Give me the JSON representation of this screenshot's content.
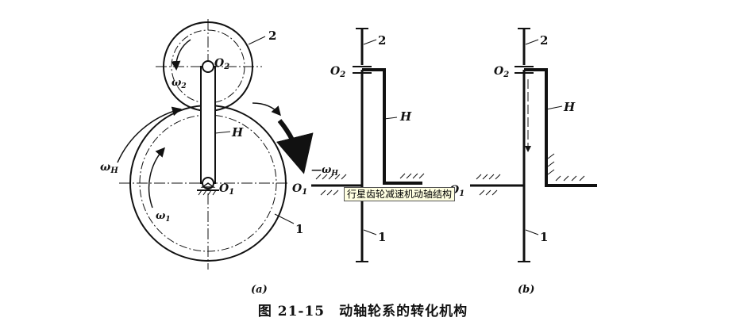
{
  "labels": {
    "gear1_a": "1",
    "gear2_a": "2",
    "o1_a": "O",
    "o1_a_sub": "1",
    "o2_a": "O",
    "o2_a_sub": "2",
    "h_a": "H",
    "omega_h_a": "ω",
    "omega_h_a_sub": "H",
    "omega1_a": "ω",
    "omega1_a_sub": "1",
    "omega2_a": "ω",
    "omega2_a_sub": "2",
    "o1_mid": "O",
    "o1_mid_sub": "1",
    "omega_h_mid": "—ω",
    "omega_h_mid_sub": "H",
    "mid_2": "2",
    "mid_o2": "O",
    "mid_o2_sub": "2",
    "mid_h": "H",
    "mid_1": "1",
    "o1_b": "O",
    "o1_b_sub": "1",
    "b_2": "2",
    "b_o2": "O",
    "b_o2_sub": "2",
    "b_h": "H",
    "b_1": "1"
  },
  "subfig": {
    "a": "(a)",
    "b": "(b)"
  },
  "caption": {
    "number": "图 21-15",
    "title": "动轴轮系的转化机构"
  },
  "tooltip": {
    "text": "行星齿轮减速机动轴结构"
  }
}
